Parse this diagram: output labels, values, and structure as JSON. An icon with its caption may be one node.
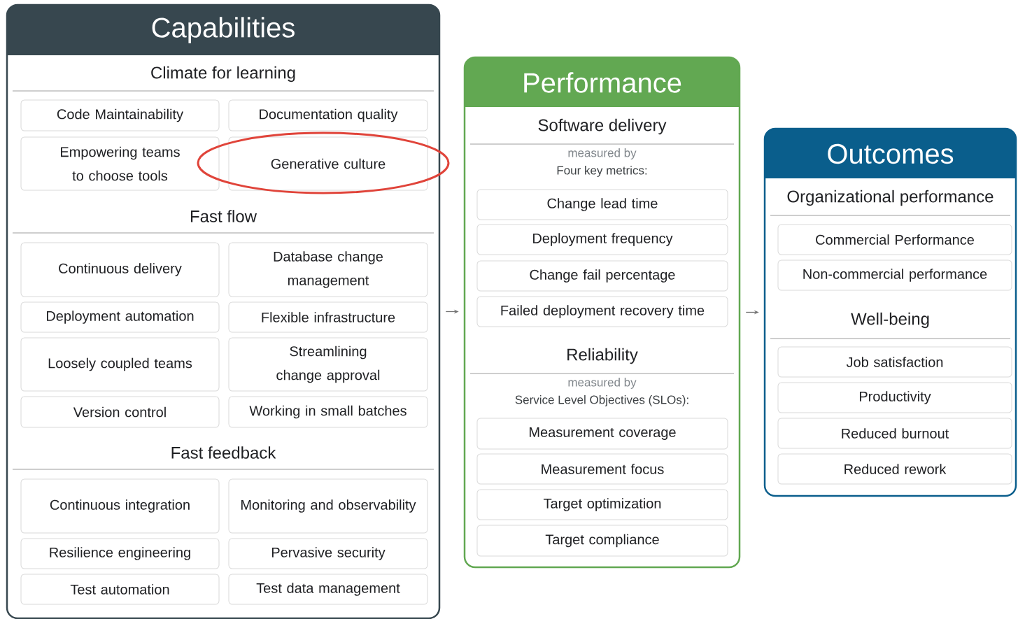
{
  "diagram": {
    "nodes": [
      {
        "text": [
          "Capabilities",
          "Climate for learning",
          "Fast flow",
          "Fast feedback"
        ]
      },
      {
        "text": [
          "Code Maintainability"
        ],
        "in": 0
      },
      {
        "text": [
          "Documentation quality"
        ],
        "in": 0
      },
      {
        "text": [
          "Empowering teams to choose tools"
        ],
        "in": 0
      },
      {
        "text": [
          "Generative culture"
        ],
        "in": 0
      },
      {
        "text": [
          "Continuous delivery"
        ],
        "in": 0
      },
      {
        "text": [
          "Database change management"
        ],
        "in": 0
      },
      {
        "text": [
          "Deployment automation"
        ],
        "in": 0
      },
      {
        "text": [
          "Flexible infrastructure"
        ],
        "in": 0
      },
      {
        "text": [
          "Loosely coupled teams"
        ],
        "in": 0
      },
      {
        "text": [
          "Streamlining change approval"
        ],
        "in": 0
      },
      {
        "text": [
          "Version control"
        ],
        "in": 0
      },
      {
        "text": [
          "Working in small batches"
        ],
        "in": 0
      },
      {
        "text": [
          "Continuous integration"
        ],
        "in": 0
      },
      {
        "text": [
          "Monitoring and observability"
        ],
        "in": 0
      },
      {
        "text": [
          "Resilience engineering"
        ],
        "in": 0
      },
      {
        "text": [
          "Pervasive security"
        ],
        "in": 0
      },
      {
        "text": [
          "Test automation"
        ],
        "in": 0
      },
      {
        "text": [
          "Test data management"
        ],
        "in": 0
      },
      {
        "text": [
          "Performance",
          "Software delivery",
          "measured by",
          "Four key metrics:",
          "Reliability",
          "measured by",
          "Service Level Objectives (SLOs):"
        ]
      },
      {
        "text": [
          "Change lead time"
        ],
        "in": 19
      },
      {
        "text": [
          "Deployment frequency"
        ],
        "in": 19
      },
      {
        "text": [
          "Change fail percentage"
        ],
        "in": 19
      },
      {
        "text": [
          "Failed deployment recovery time"
        ],
        "in": 19
      },
      {
        "text": [
          "Measurement coverage"
        ],
        "in": 19
      },
      {
        "text": [
          "Measurement focus"
        ],
        "in": 19
      },
      {
        "text": [
          "Target optimization"
        ],
        "in": 19
      },
      {
        "text": [
          "Target compliance"
        ],
        "in": 19
      },
      {
        "text": [
          "Outcomes",
          "Organizational performance",
          "Well-being"
        ]
      },
      {
        "text": [
          "Commercial Performance"
        ],
        "in": 28
      },
      {
        "text": [
          "Non-commercial performance"
        ],
        "in": 28
      },
      {
        "text": [
          "Job satisfaction"
        ],
        "in": 28
      },
      {
        "text": [
          "Productivity"
        ],
        "in": 28
      },
      {
        "text": [
          "Reduced burnout"
        ],
        "in": 28
      },
      {
        "text": [
          "Reduced rework"
        ],
        "in": 28
      }
    ],
    "edges": [
      {
        "from": 0,
        "to": 19,
        "arrow": "to"
      },
      {
        "from": 19,
        "to": 28,
        "arrow": "to"
      }
    ]
  }
}
